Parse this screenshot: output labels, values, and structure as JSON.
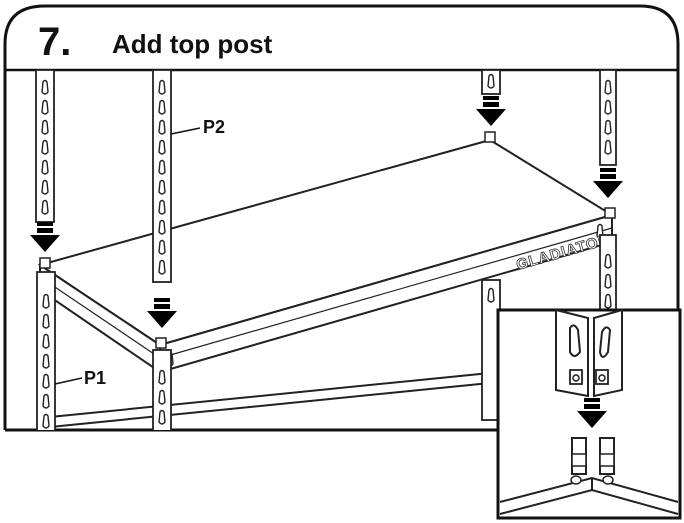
{
  "header": {
    "step_number": "7.",
    "step_title": "Add top post"
  },
  "labels": {
    "post_upper": "P2",
    "post_lower": "P1"
  },
  "brand": {
    "name": "GLADIATOR"
  }
}
